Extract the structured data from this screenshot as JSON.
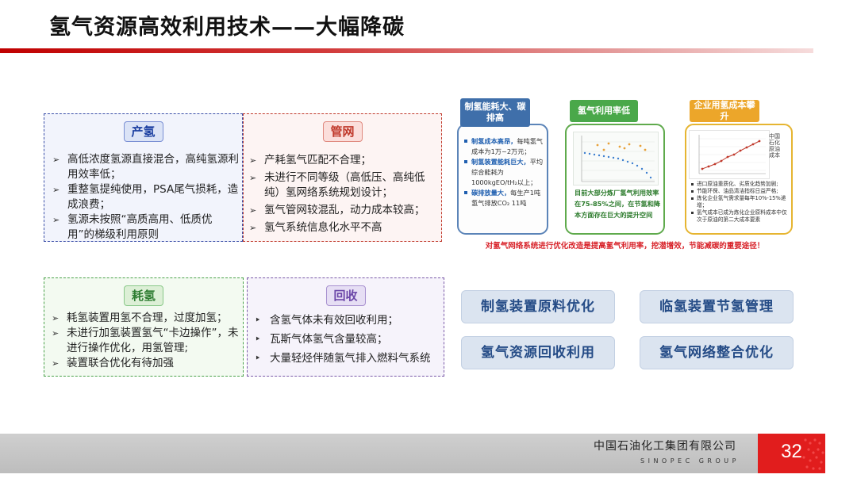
{
  "title": "氢气资源高效利用技术——大幅降碳",
  "panels": {
    "production": {
      "tag": "产氢",
      "items": [
        "高低浓度氢源直接混合，高纯氢源利用效率低；",
        "重整氢提纯使用，PSA尾气损耗，造成浪费；",
        "氢源未按照“高质高用、低质优用”的梯级利用原则"
      ]
    },
    "network": {
      "tag": "管网",
      "items": [
        "产耗氢气匹配不合理；",
        "未进行不同等级（高低压、高纯低纯）氢网络系统规划设计；",
        "氢气管网较混乱，动力成本较高；",
        "氢气系统信息化水平不高"
      ]
    },
    "consumption": {
      "tag": "耗氢",
      "items": [
        "耗氢装置用氢不合理，过度加氢；",
        "未进行加氢装置氢气“卡边操作”，未进行操作优化，用氢管理;",
        "装置联合优化有待加强"
      ]
    },
    "recovery": {
      "tag": "回收",
      "items": [
        "含氢气体未有效回收利用；",
        "瓦斯气体氢气含量较高；",
        "大量轻烃伴随氢气排入燃料气系统"
      ]
    }
  },
  "cards": [
    {
      "header": "制氢能耗大、碳排高",
      "items": [
        {
          "hl": "制氢成本高昂，",
          "text": "每吨氢气成本为1万~2万元；"
        },
        {
          "hl": "制氢装置能耗巨大，",
          "text": "平均综合能耗为1000kgEO/tH₂以上；"
        },
        {
          "hl": "碳排放量大，",
          "text": "每生产1吨氢气排放CO₂ 11吨"
        }
      ]
    },
    {
      "header": "氢气利用率低",
      "text": "目前大部分炼厂氢气利用效率在75-85%之间，在节氢和降本方面存在巨大的提升空间"
    },
    {
      "header": "企业用氢成本攀升",
      "vertical": "中国石化原油成本",
      "items": [
        "进口原油重质化、劣质化趋势加剧;",
        "节能环保、油品清洁指标日益严格;",
        "炼化企业氢气需求量每年10%-15%递增；",
        "氢气成本已成为炼化企业原料成本中仅次于原油的第二大成本要素"
      ]
    }
  ],
  "conclusion": "对氢气网络系统进行优化改造是提高氢气利用率，挖潜增效，节能减碳的重要途径！",
  "actions": [
    "制氢装置原料优化",
    "临氢装置节氢管理",
    "氢气资源回收利用",
    "氢气网络整合优化"
  ],
  "footer": {
    "company_cn": "中国石油化工集团有限公司",
    "company_en": "SINOPEC GROUP",
    "page": "32"
  },
  "colors": {
    "brand_red": "#e11d1d",
    "action_text": "#244b86",
    "conclusion_red": "#d8232a"
  }
}
